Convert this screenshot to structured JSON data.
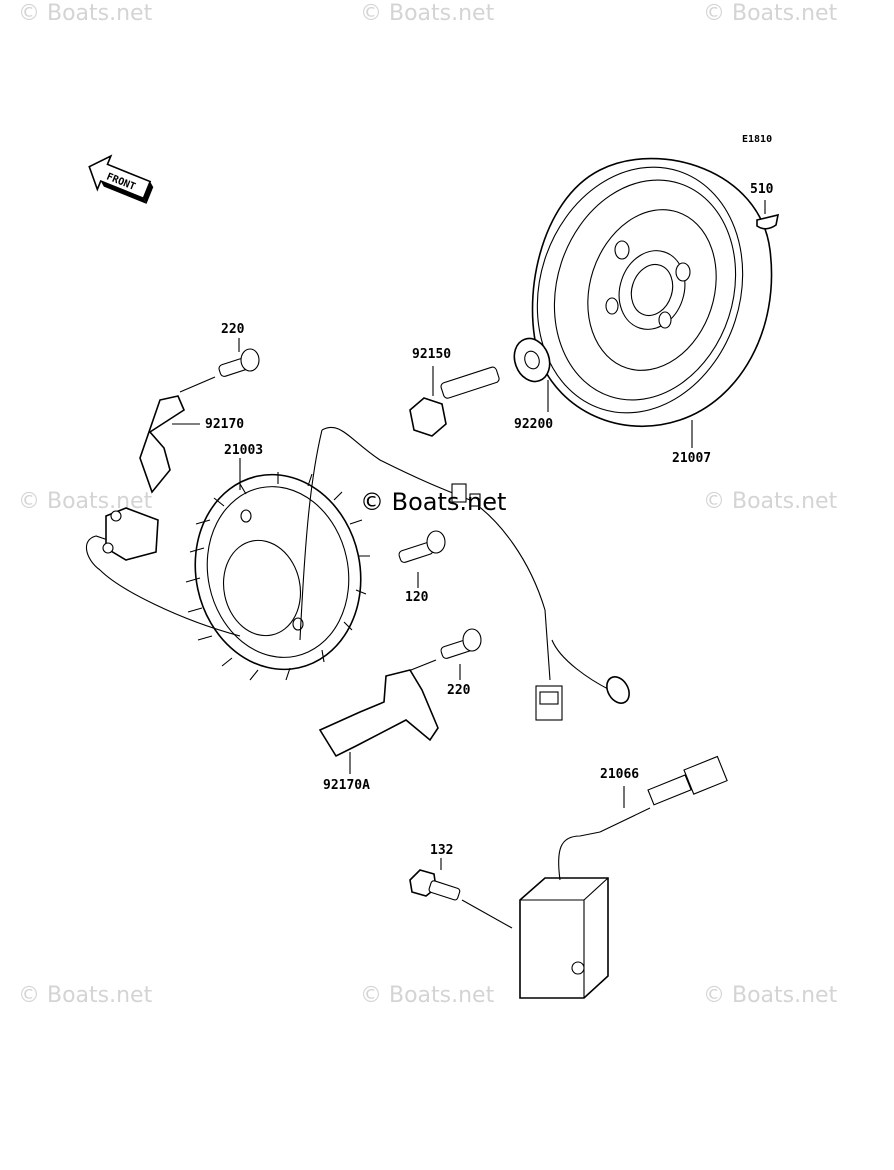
{
  "diagram_code": "E1810",
  "front_label": "FRONT",
  "watermark": "© Boats.net",
  "center_watermark": "© Boats.net",
  "parts": [
    {
      "id": "510",
      "label": "510"
    },
    {
      "id": "220a",
      "label": "220"
    },
    {
      "id": "92150",
      "label": "92150"
    },
    {
      "id": "92170",
      "label": "92170"
    },
    {
      "id": "21003",
      "label": "21003"
    },
    {
      "id": "92200",
      "label": "92200"
    },
    {
      "id": "21007",
      "label": "21007"
    },
    {
      "id": "120",
      "label": "120"
    },
    {
      "id": "220b",
      "label": "220"
    },
    {
      "id": "92170A",
      "label": "92170A"
    },
    {
      "id": "21066",
      "label": "21066"
    },
    {
      "id": "132",
      "label": "132"
    }
  ]
}
